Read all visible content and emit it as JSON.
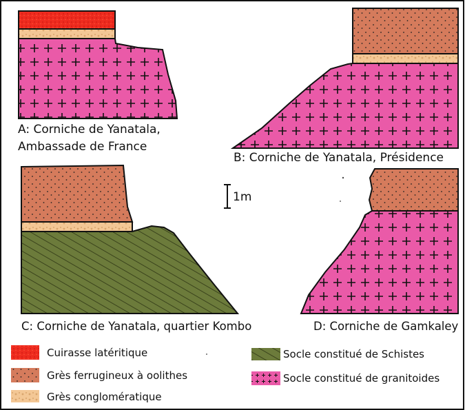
{
  "colors": {
    "laterite": "#ee2b1f",
    "sandstone": "#d57b5c",
    "conglomerate": "#f3c795",
    "granite": "#ea5aa8",
    "schist": "#6c7b3b"
  },
  "panels": [
    {
      "id": "A",
      "caption_line1": "A: Corniche de Yanatala,",
      "caption_line2": "Ambassade de France"
    },
    {
      "id": "B",
      "caption": "B: Corniche de Yanatala, Présidence"
    },
    {
      "id": "C",
      "caption": "C: Corniche de Yanatala, quartier Kombo"
    },
    {
      "id": "D",
      "caption": "D: Corniche de Gamkaley"
    }
  ],
  "scale_label": "1m",
  "legend": [
    {
      "key": "laterite",
      "label": "Cuirasse latéritique"
    },
    {
      "key": "sandstone",
      "label": "Grès ferrugineux à oolithes"
    },
    {
      "key": "conglomerate",
      "label": "Grès conglomératique"
    },
    {
      "key": "schist",
      "label": "Socle constitué de Schistes"
    },
    {
      "key": "granite",
      "label": "Socle constitué de granitoides"
    }
  ]
}
